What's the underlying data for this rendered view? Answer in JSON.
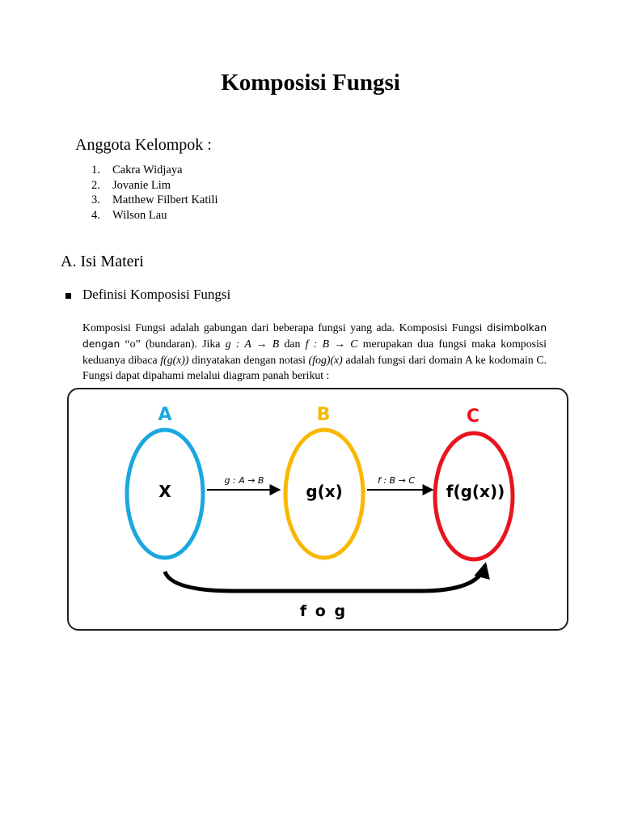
{
  "title": "Komposisi Fungsi",
  "members": {
    "heading": "Anggota Kelompok :",
    "items": [
      {
        "num": "1.",
        "name": "Cakra Widjaya"
      },
      {
        "num": "2.",
        "name": "Jovanie Lim"
      },
      {
        "num": "3.",
        "name": "Matthew Filbert Katili"
      },
      {
        "num": "4.",
        "name": "Wilson Lau"
      }
    ]
  },
  "section": {
    "heading": "A. Isi Materi",
    "subheading": "Definisi Komposisi Fungsi",
    "paragraph": {
      "p1": "Komposisi Fungsi adalah gabungan dari beberapa fungsi yang ada. Komposisi Fungsi ",
      "p2": "disimbolkan dengan",
      "p3": " “o” (bundaran). Jika ",
      "g_map": "g : A → B",
      "p4": " dan ",
      "f_map": "f : B → C",
      "p5": " merupakan dua fungsi maka komposisi keduanya dibaca ",
      "fgx": "f(g(x))",
      "p6": " dinyatakan dengan notasi ",
      "fogx": "(fog)(x)",
      "p7": " adalah fungsi dari domain A ke kodomain C. Fungsi dapat dipahami melalui diagram panah berikut :"
    }
  },
  "diagram": {
    "sets": [
      {
        "label": "A",
        "content": "X",
        "color": "#1aa7e0"
      },
      {
        "label": "B",
        "content": "g(x)",
        "color": "#f9b800"
      },
      {
        "label": "C",
        "content": "f(g(x))",
        "color": "#e8141e"
      }
    ],
    "arrow_g": "g : A → B",
    "arrow_f": "f : B → C",
    "composition": "f o g"
  }
}
